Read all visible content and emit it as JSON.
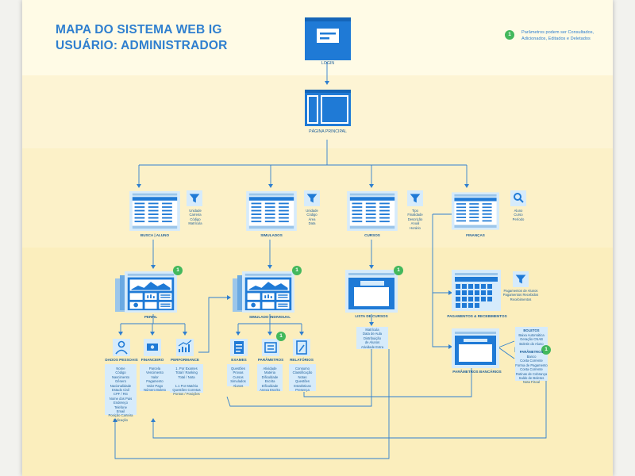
{
  "title_line1": "MAPA DO SISTEMA WEB IG",
  "title_line2": "USUÁRIO: ADMINISTRADOR",
  "legend": {
    "badge": "1",
    "text": "Parâmetros podem ser Consultados, Adicionados, Editados e Deletados"
  },
  "colors": {
    "accent": "#2f7fcf",
    "screen": "#1f7ad6",
    "panel": "#d6ebfb",
    "badge": "#43b85c",
    "line": "#2f7fcf"
  },
  "nodes": {
    "login": "LOGIN",
    "pagina_principal": "PÁGINA PRINCIPAL",
    "busca_aluno": "BUSCA | ALUNO",
    "simulados": "SIMULADOS",
    "cursos": "CURSOS",
    "financas": "FINANÇAS",
    "perfil": "PERFIL",
    "simulado_individual": "SIMULADO INDIVIDUAL",
    "lista_de_cursos": "LISTA DE CURSOS",
    "pagamentos_recebimentos": "PAGAMENTOS & RECEBIMENTOS",
    "parametros_bancarios": "PARÂMETROS BANCÁRIOS",
    "dados_pessoais": "DADOS PESSOAIS",
    "financeiro": "FINANCEIRO",
    "performance": "PERFORMANCE",
    "exames": "EXAMES",
    "parametros": "PARÂMETROS",
    "relatorios": "RELATÓRIOS"
  },
  "filters": {
    "busca": "Unidade\nCarreira\nCódigo\nMatrícula",
    "simulados": "Unidade\nCódigo\nÁrea\nData",
    "cursos": "Tipo\nFinalidade\nDescrição\nAnual\nHorário",
    "financas": "Aluno\nCurso\nPeríodo",
    "pagamentos": "Pagamentos de Alunos\nPagamentos Recebidos\nRecebimentos"
  },
  "lists": {
    "dados_pessoais": "Nome\nCódigo\nNascimento\nGênero\nNacionalidade\nEstado Civil\nCPF / RG\nNome dos Pais\nEndereço\nTelefone\nEmail\nPosição Carteira\nIndicação",
    "financeiro": "Parcela\nVencimento\nValor\nPagamento\nValor Pago\nNúmero Boleto",
    "performance": "1. Por Exames\nTotal / Ranking\nTotal / Nota\n\n1.1 Por Matéria\nQuestões Corretas\nPontos / Posições",
    "exames": "Questões\nProvas\nCursos\nSimulados\nAlunos",
    "parametros": "Atividade\nMatéria\nDificuldade\nEscrita\nDificuldade\nAnexa Escrito",
    "relatorios": "Consumo\nClassificação\nNotas\nQuestões\nEstatísticas\nPresença",
    "lista_cursos": "Matrícula\nData de Aula\nDistribuição\nde Alunos\nAtividade Extra",
    "boletos_title": "BOLETOS",
    "boletos": "Baixa Automática\nGeração CNAB\nBoletin do Aluno",
    "parametros_bancarios_title": "PARÂMETROS",
    "parametros_bancarios": "Banco\nConta Corrente\nForma de Pagamento\nConta Corrente\nRotinas de Cobrança\nSaldo de Boletos\nNota Fiscal"
  }
}
